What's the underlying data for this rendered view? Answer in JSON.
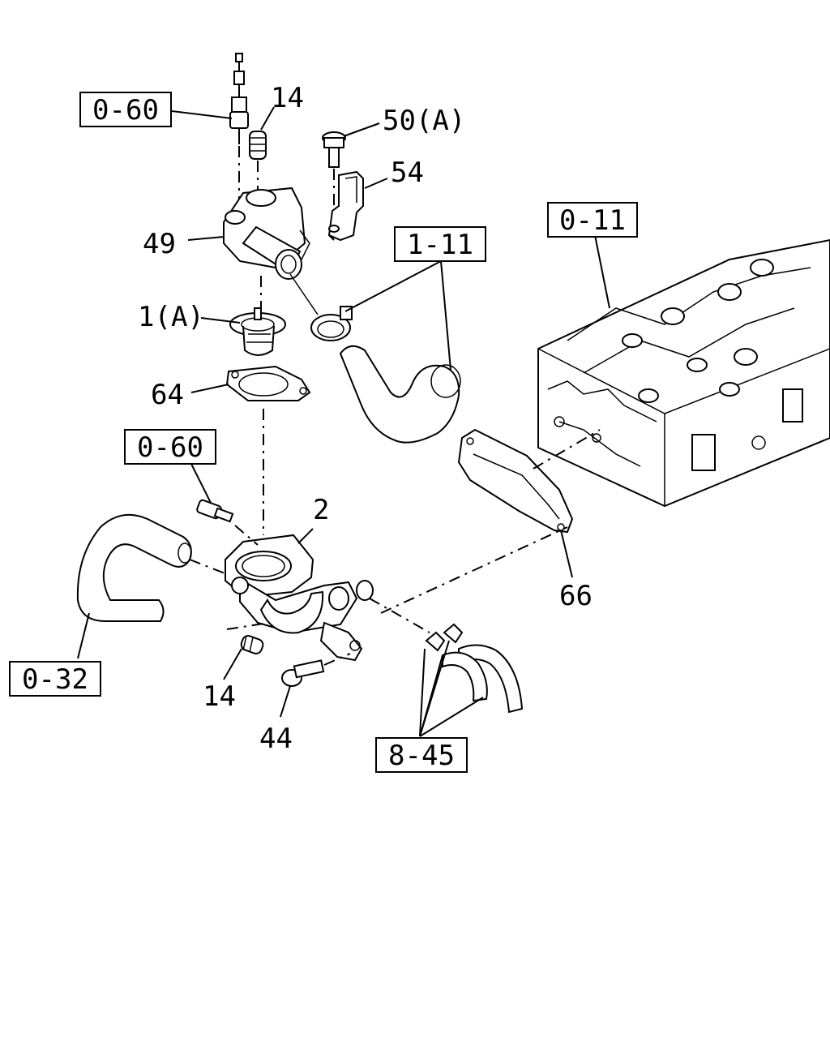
{
  "diagram": {
    "ref_boxes": [
      {
        "id": "ref-0-60-top",
        "text": "0-60"
      },
      {
        "id": "ref-1-11",
        "text": "1-11"
      },
      {
        "id": "ref-0-11",
        "text": "0-11"
      },
      {
        "id": "ref-0-60-mid",
        "text": "0-60"
      },
      {
        "id": "ref-0-32",
        "text": "0-32"
      },
      {
        "id": "ref-8-45",
        "text": "8-45"
      }
    ],
    "callouts": [
      {
        "id": "callout-14-top",
        "text": "14"
      },
      {
        "id": "callout-50a",
        "text": "50(A)"
      },
      {
        "id": "callout-54",
        "text": "54"
      },
      {
        "id": "callout-49",
        "text": "49"
      },
      {
        "id": "callout-1a",
        "text": "1(A)"
      },
      {
        "id": "callout-64",
        "text": "64"
      },
      {
        "id": "callout-2",
        "text": "2"
      },
      {
        "id": "callout-66",
        "text": "66"
      },
      {
        "id": "callout-14-bottom",
        "text": "14"
      },
      {
        "id": "callout-44",
        "text": "44"
      }
    ]
  }
}
